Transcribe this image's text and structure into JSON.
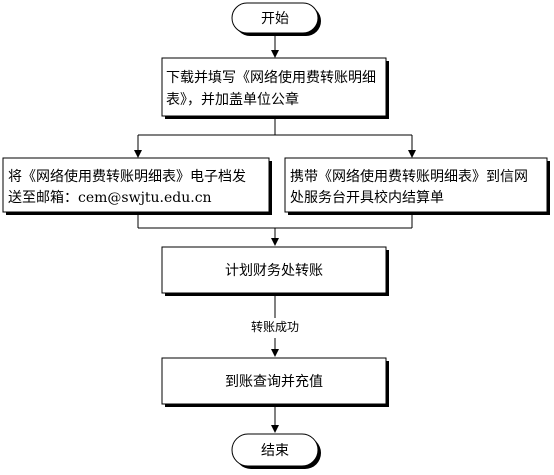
{
  "flowchart": {
    "start": "开始",
    "step1": {
      "line1": "下载并填写《网络使用费转账明细",
      "line2": "表》，并加盖单位公章"
    },
    "step2a": {
      "line1": "将《网络使用费转账明细表》电子档发",
      "line2": "送至邮箱：cem@swjtu.edu.cn"
    },
    "step2b": {
      "line1": "携带《网络使用费转账明细表》到信网",
      "line2": "处服务台开具校内结算单"
    },
    "step3": "计划财务处转账",
    "edge_label": "转账成功",
    "step4": "到账查询并充值",
    "end": "结束"
  }
}
